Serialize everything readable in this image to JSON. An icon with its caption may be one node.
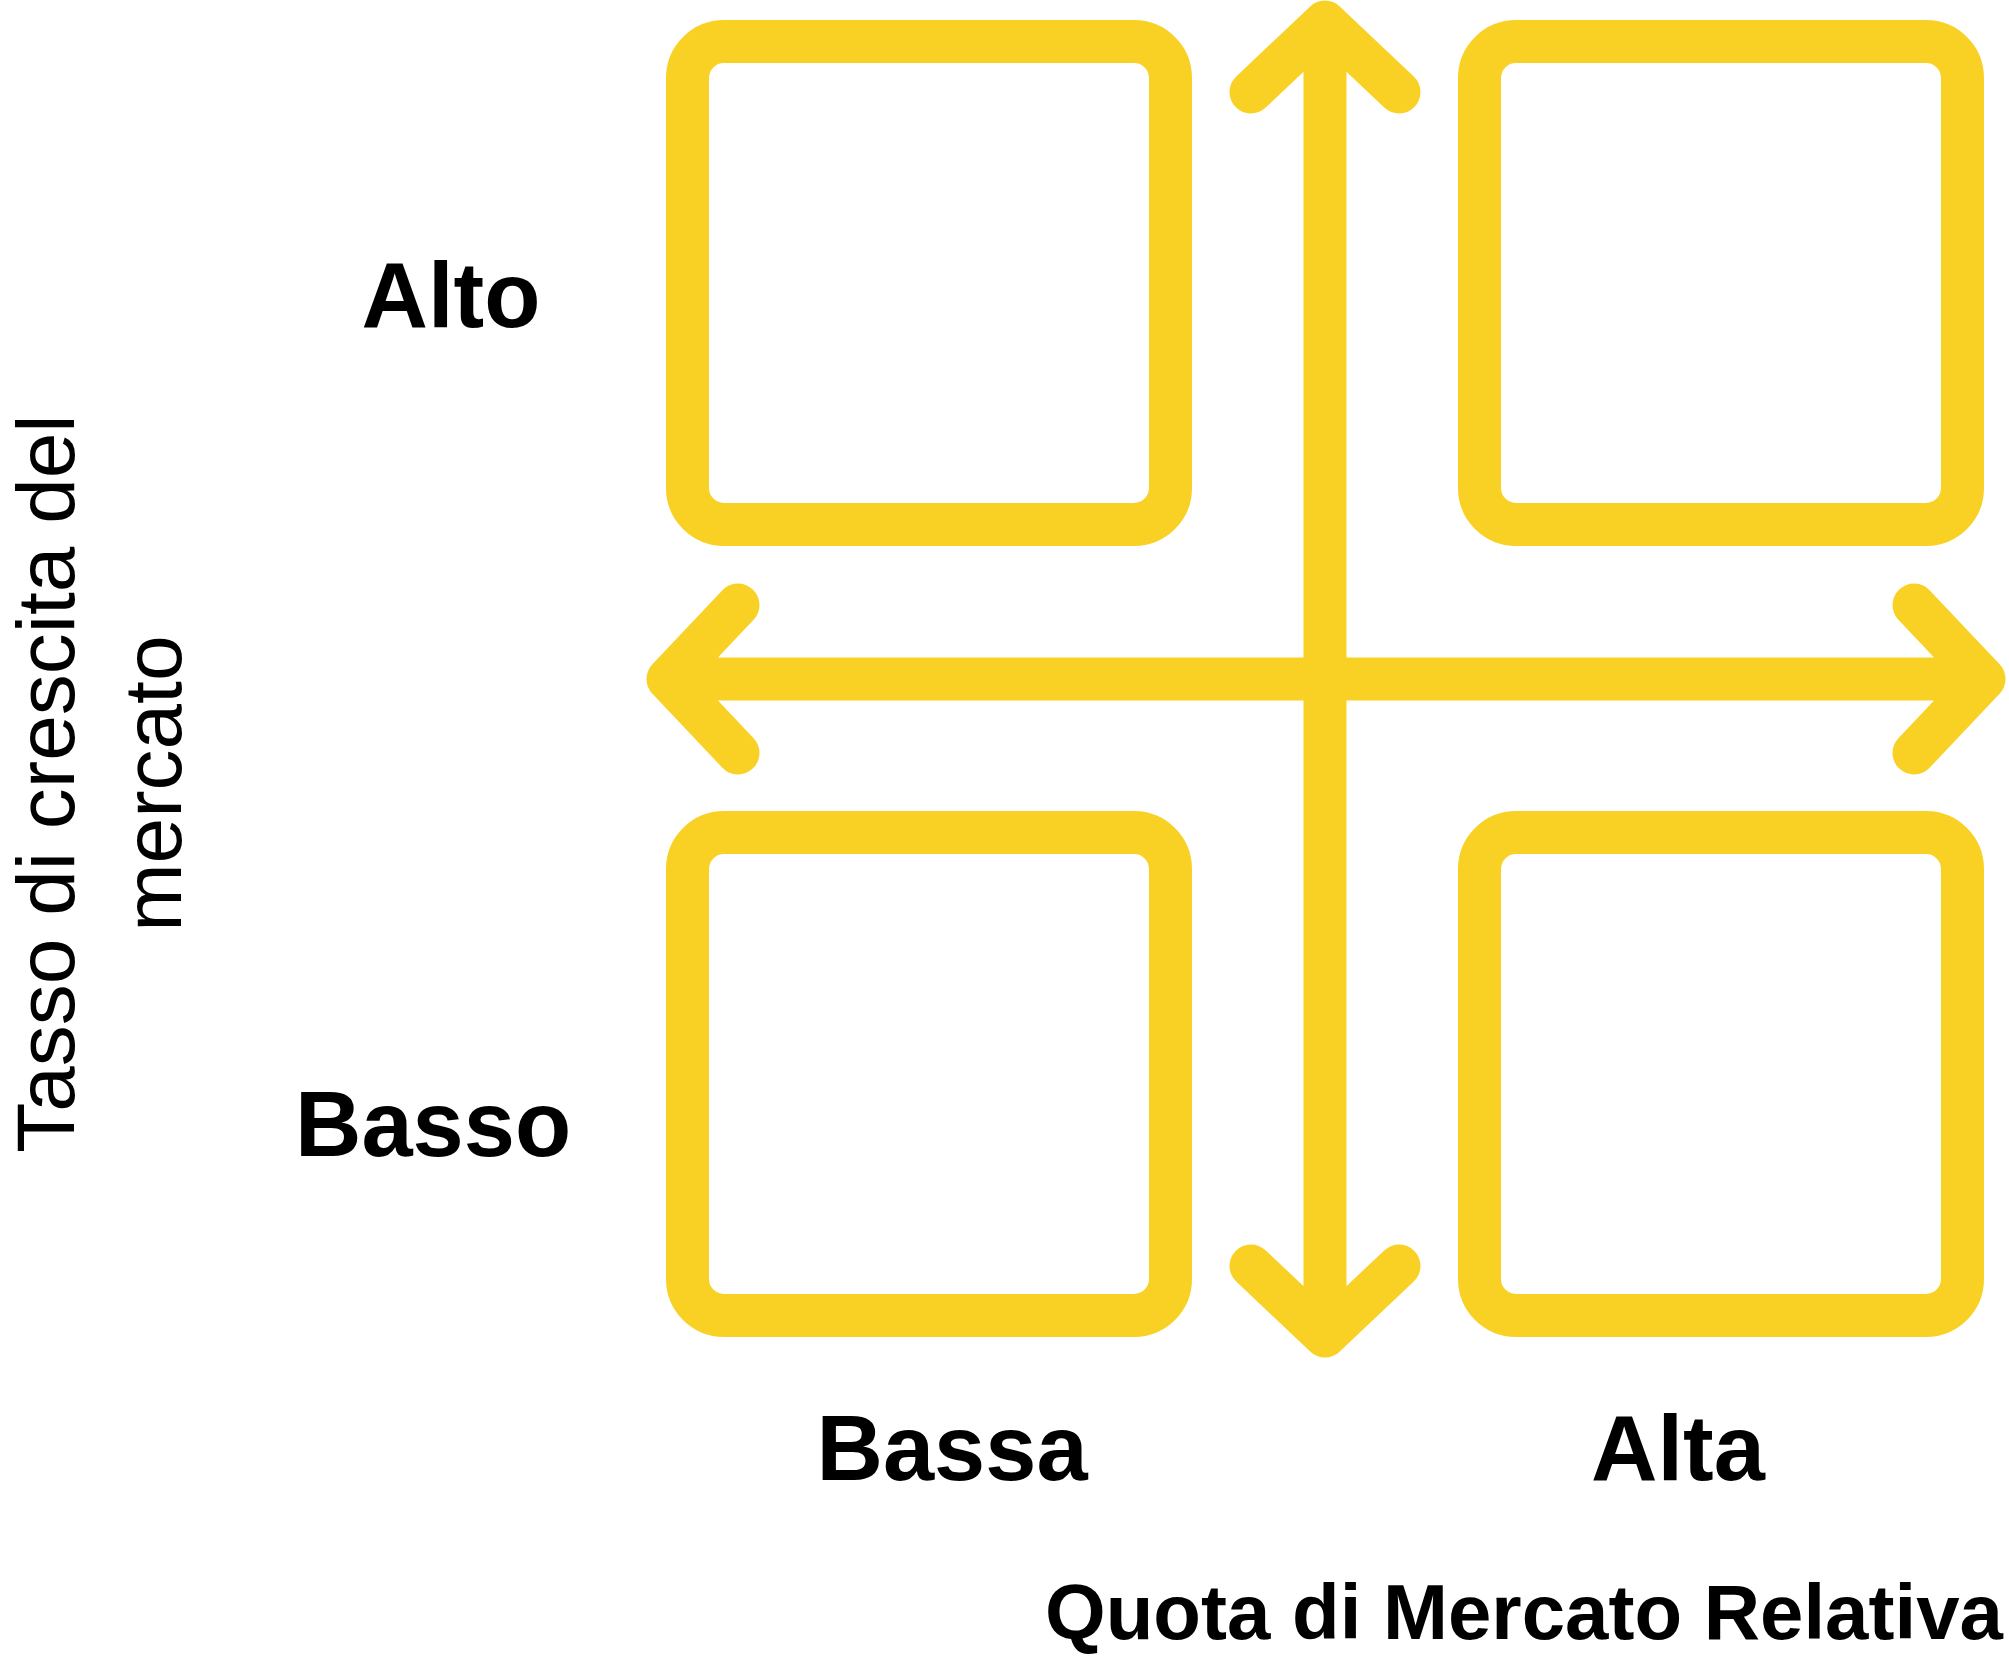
{
  "diagram": {
    "nodes": [
      {
        "text": [],
        "shape": "box"
      },
      {
        "text": [],
        "shape": "box"
      },
      {
        "text": [],
        "shape": "box"
      },
      {
        "text": [],
        "shape": "box"
      }
    ],
    "edges": [],
    "labels": [
      "Alto",
      "Tasso di crescita del mercato",
      "Basso",
      "Bassa",
      "Alta",
      "Quota di Mercato Relativa"
    ]
  }
}
